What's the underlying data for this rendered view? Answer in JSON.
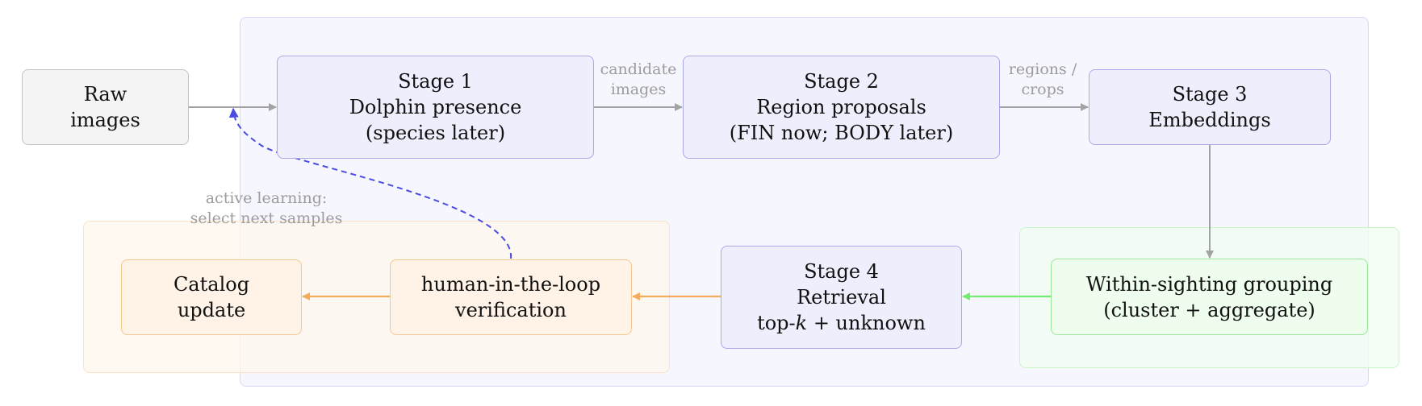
{
  "nodes": {
    "raw": [
      "Raw",
      "images"
    ],
    "stage1": [
      "Stage 1",
      "Dolphin presence",
      "(species later)"
    ],
    "stage2": [
      "Stage 2",
      "Region proposals",
      "(FIN now; BODY later)"
    ],
    "stage3": [
      "Stage 3",
      "Embeddings"
    ],
    "grouping": [
      "Within-sighting grouping",
      "(cluster + aggregate)"
    ],
    "stage4": [
      "Stage 4",
      "Retrieval",
      "top-k + unknown"
    ],
    "human": [
      "human-in-the-loop",
      "verification"
    ],
    "catalog": [
      "Catalog",
      "update"
    ]
  },
  "edge_labels": {
    "candidate": [
      "candidate",
      "images"
    ],
    "regions": [
      "regions /",
      "crops"
    ],
    "active_learning": [
      "active learning:",
      "select next samples"
    ]
  },
  "colors": {
    "gray_arrow": "#a3a3a3",
    "green_arrow": "#74ec74",
    "orange_arrow": "#f3ad5b",
    "feedback_arrow": "#4b4be4"
  }
}
